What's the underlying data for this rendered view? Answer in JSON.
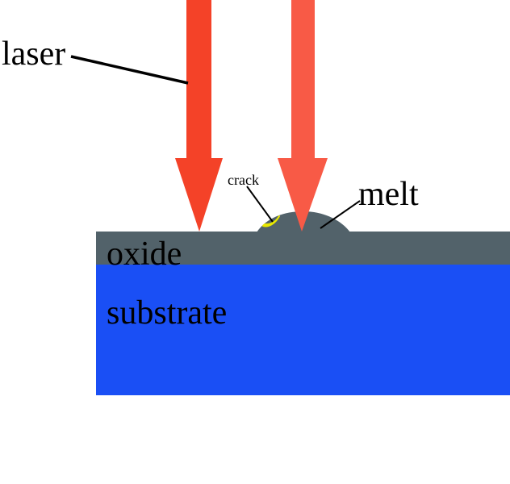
{
  "labels": {
    "laser": "laser",
    "crack": "crack",
    "melt": "melt",
    "oxide": "oxide",
    "substrate": "substrate"
  },
  "colors": {
    "laser_beam_left": "#f44228",
    "laser_beam_right": "#f85a46",
    "oxide_layer": "#52626a",
    "substrate": "#1a4ff5",
    "crack": "#e8e800",
    "leader_line": "#000000",
    "background": "#ffffff"
  }
}
